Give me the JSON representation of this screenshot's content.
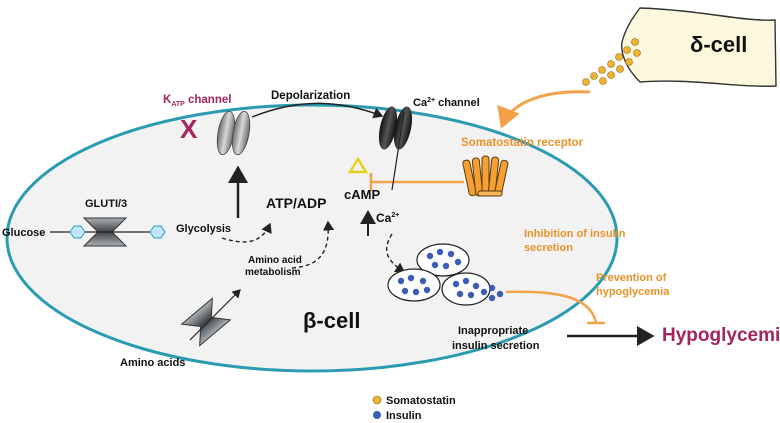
{
  "labels": {
    "katp_k": "K",
    "katp_sub": "ATP",
    "katp_rest": " channel",
    "depolarization": "Depolarization",
    "ca_channel_ca": "Ca",
    "ca_channel_sup": "2+",
    "ca_channel_rest": " channel",
    "delta_cell": "δ-cell",
    "somatostatin_receptor": "Somatostatin receptor",
    "glut": "GLUTI/3",
    "glucose": "Glucose",
    "glycolysis": "Glycolysis",
    "atp_adp": "ATP/ADP",
    "camp": "cAMP",
    "ca_inner": "Ca",
    "ca_inner_sup": "2+",
    "amino_metab_1": "Amino acid",
    "amino_metab_2": "metabolism",
    "inhibition_1": "Inhibition of insulin",
    "inhibition_2": "secretion",
    "prevention_1": "Prevention of",
    "prevention_2": "hypoglycemia",
    "beta_cell": "β-cell",
    "inappropriate_1": "Inappropriate",
    "inappropriate_2": "insulin secretion",
    "hypoglycemia": "Hypoglycemia",
    "amino_acids": "Amino acids",
    "x_mark": "X"
  },
  "legend": [
    {
      "label": "Somatostatin",
      "color": "#f2b233"
    },
    {
      "label": "Insulin",
      "color": "#3b5db5"
    }
  ],
  "colors": {
    "membrane": "#2a9bb0",
    "cell_fill": "#f2f2f2",
    "delta_fill": "#fcf8de",
    "arrow_orange": "#f4a24a",
    "accent_magenta": "#a3245f",
    "somatostatin": "#f2b233",
    "insulin": "#3b5db5"
  }
}
